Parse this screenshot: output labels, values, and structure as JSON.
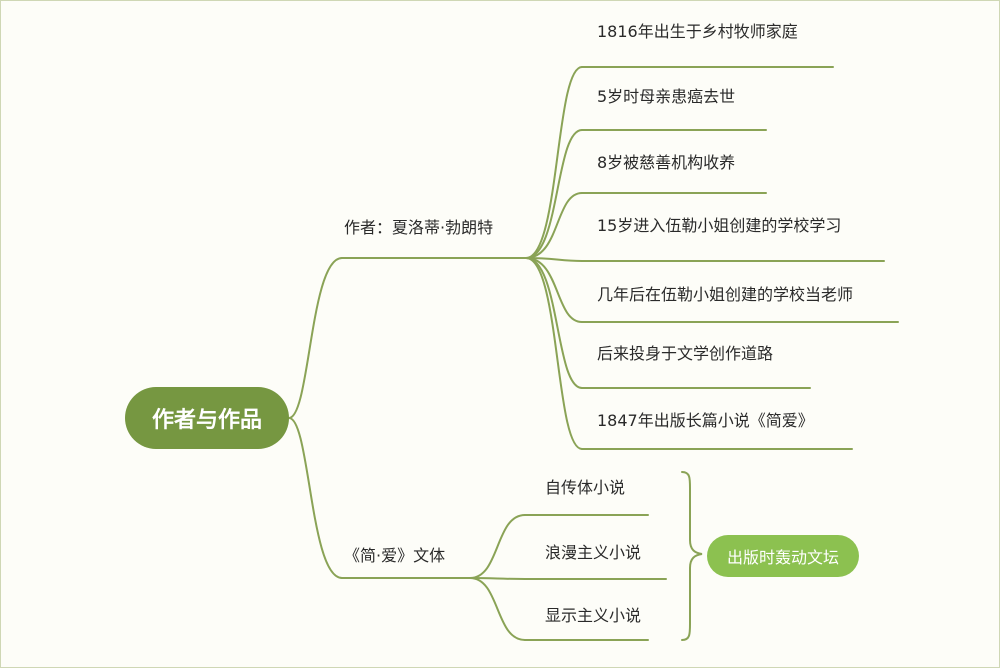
{
  "mindmap": {
    "root": {
      "label": "作者与作品"
    },
    "branches": [
      {
        "label": "作者：夏洛蒂·勃朗特",
        "children": [
          "1816年出生于乡村牧师家庭",
          "5岁时母亲患癌去世",
          "8岁被慈善机构收养",
          "15岁进入伍勒小姐创建的学校学习",
          "几年后在伍勒小姐创建的学校当老师",
          "后来投身于文学创作道路",
          "1847年出版长篇小说《简爱》"
        ]
      },
      {
        "label": "《简·爱》文体",
        "children": [
          "自传体小说",
          "浪漫主义小说",
          "显示主义小说"
        ],
        "summary": "出版时轰动文坛"
      }
    ]
  },
  "colors": {
    "line": "#8aa356",
    "root_fill": "#769741",
    "summary_fill": "#8cc150",
    "background": "#fdfdf8"
  }
}
